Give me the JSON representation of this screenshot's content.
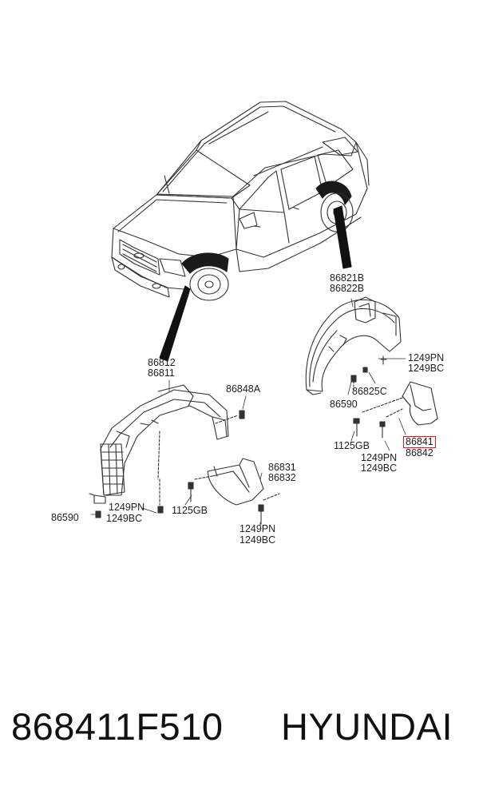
{
  "labels": {
    "rear_liner_a": "86821B",
    "rear_liner_b": "86822B",
    "rear_bolt_pn": "1249PN",
    "rear_bolt_bc": "1249BC",
    "rear_clip": "86825C",
    "rear_screw": "86590",
    "rear_flap_screw": "1125GB",
    "rear_flap_bolt_pn": "1249PN",
    "rear_flap_bolt_bc": "1249BC",
    "rear_flap_a": "86841",
    "rear_flap_b": "86842",
    "front_liner_a": "86812",
    "front_liner_b": "86811",
    "front_clip": "86848A",
    "front_flap_a": "86831",
    "front_flap_b": "86832",
    "front_bolt_pn": "1249PN",
    "front_bolt_bc": "1249BC",
    "front_screw": "86590",
    "front_flap_screw": "1125GB",
    "front_flap_bolt_pn": "1249PN",
    "front_flap_bolt_bc": "1249BC"
  },
  "highlight_color": "#e0181e",
  "footer": {
    "part_number": "868411F510",
    "brand": "HYUNDAI"
  }
}
